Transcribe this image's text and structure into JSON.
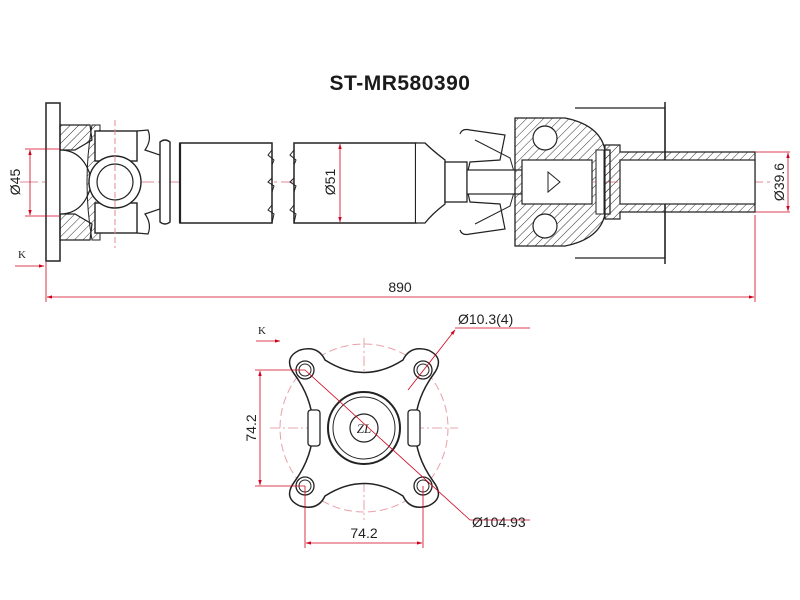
{
  "title": "ST-MR580390",
  "colors": {
    "line": "#222222",
    "dimension": "#d0021b",
    "center_line": "#e08a95",
    "background": "#ffffff"
  },
  "side_view": {
    "dimensions": {
      "flange_diameter": "Ø45",
      "tube_diameter": "Ø51",
      "spline_diameter": "Ø39.6",
      "overall_length": "890"
    },
    "view_marker": "K"
  },
  "flange_view": {
    "view_marker": "K",
    "dimensions": {
      "bolt_hole_diameter": "Ø10.3(4)",
      "bolt_spacing_vertical": "74.2",
      "bolt_spacing_horizontal": "74.2",
      "pitch_circle_diameter": "Ø104.93"
    },
    "logo": "ZL"
  }
}
